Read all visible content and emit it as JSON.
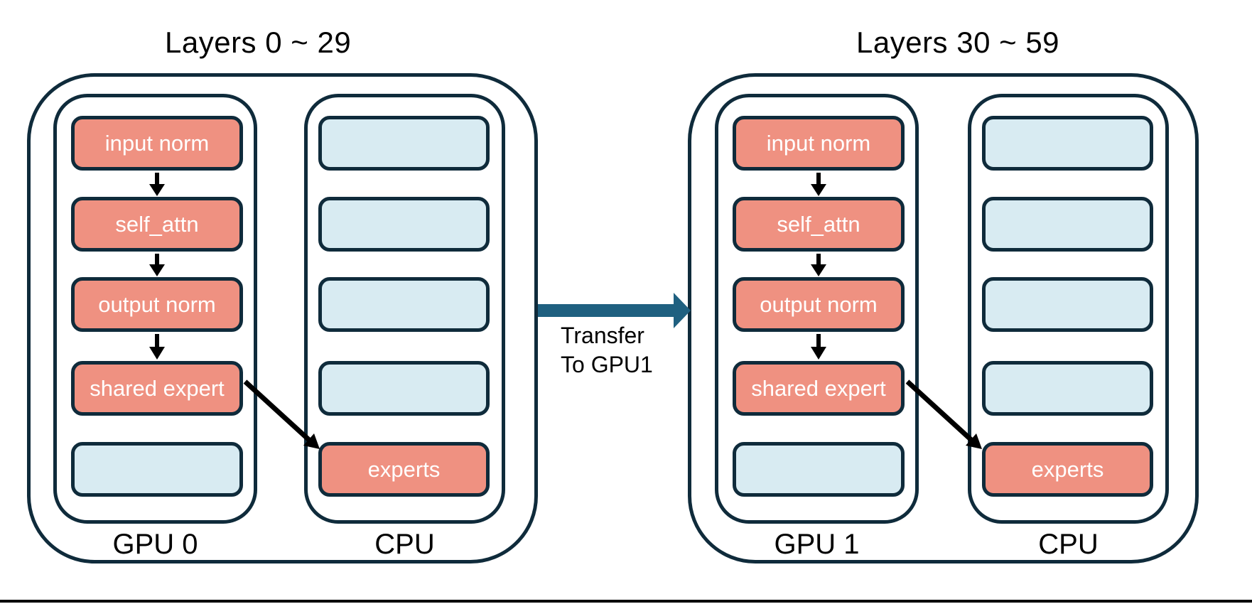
{
  "diagram": {
    "colors": {
      "outline": "#0F2B3B",
      "module_fill": "#EF9181",
      "empty_fill": "#D8EBF2",
      "module_text": "#FFFFFF",
      "transfer_arrow": "#1F6080",
      "flow_arrow": "#000000",
      "text": "#000000"
    },
    "transfer": {
      "line1": "Transfer",
      "line2": "To GPU1"
    },
    "clusters": [
      {
        "title": "Layers 0 ~ 29",
        "devices": [
          {
            "label": "GPU 0",
            "slots": [
              {
                "kind": "module",
                "label": "input norm"
              },
              {
                "kind": "module",
                "label": "self_attn"
              },
              {
                "kind": "module",
                "label": "output norm"
              },
              {
                "kind": "module",
                "label": "shared expert"
              },
              {
                "kind": "empty",
                "label": ""
              }
            ]
          },
          {
            "label": "CPU",
            "slots": [
              {
                "kind": "empty",
                "label": ""
              },
              {
                "kind": "empty",
                "label": ""
              },
              {
                "kind": "empty",
                "label": ""
              },
              {
                "kind": "empty",
                "label": ""
              },
              {
                "kind": "module",
                "label": "experts"
              }
            ]
          }
        ]
      },
      {
        "title": "Layers 30 ~ 59",
        "devices": [
          {
            "label": "GPU 1",
            "slots": [
              {
                "kind": "module",
                "label": "input norm"
              },
              {
                "kind": "module",
                "label": "self_attn"
              },
              {
                "kind": "module",
                "label": "output norm"
              },
              {
                "kind": "module",
                "label": "shared expert"
              },
              {
                "kind": "empty",
                "label": ""
              }
            ]
          },
          {
            "label": "CPU",
            "slots": [
              {
                "kind": "empty",
                "label": ""
              },
              {
                "kind": "empty",
                "label": ""
              },
              {
                "kind": "empty",
                "label": ""
              },
              {
                "kind": "empty",
                "label": ""
              },
              {
                "kind": "module",
                "label": "experts"
              }
            ]
          }
        ]
      }
    ]
  }
}
